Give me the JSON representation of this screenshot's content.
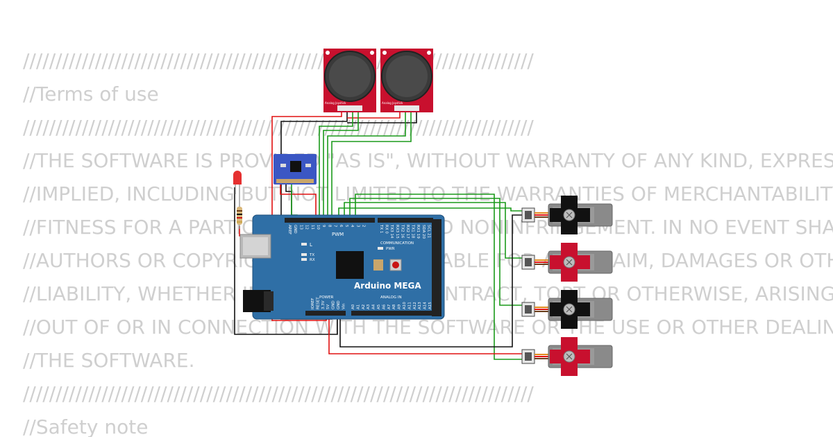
{
  "code_lines": [
    "//////////////////////////////////////////////////////////////////////////////",
    "//Terms of use",
    "//////////////////////////////////////////////////////////////////////////////",
    "//THE SOFTWARE IS PROVIDED \"AS IS\", WITHOUT WARRANTY OF ANY KIND, EXPRESS OR",
    "//IMPLIED, INCLUDING BUT NOT LIMITED TO THE WARRANTIES OF MERCHANTABILITY,",
    "//FITNESS FOR A PARTICULAR PURPOSE AND NONINFRINGEMENT. IN NO EVENT SHALL THE",
    "//AUTHORS OR COPYRIGHT HOLDERS BE LIABLE FOR ANY CLAIM, DAMAGES OR OTHER",
    "//LIABILITY, WHETHER IN AN ACTION OF CONTRACT, TORT OR OTHERWISE, ARISING FROM,",
    "//OUT OF OR IN CONNECTION WITH THE SOFTWARE OR THE USE OR OTHER DEALINGS IN",
    "//THE SOFTWARE.",
    "//////////////////////////////////////////////////////////////////////////////",
    "//Safety note"
  ],
  "board": {
    "name": "Arduino MEGA",
    "pwm_label": "PWM",
    "communication_label": "COMMUNICATION",
    "power_label": "POWER",
    "analog_label": "ANALOG IN",
    "led_labels": [
      "L",
      "TX",
      "RX"
    ],
    "pwr_label": "PWR",
    "top_pins": [
      "AREF",
      "GND",
      "13",
      "12",
      "11",
      "10",
      "9",
      "8",
      "7",
      "6",
      "5",
      "4",
      "3",
      "2"
    ],
    "comm_pins": [
      "TX 1",
      "RX 0",
      "TX3 14",
      "RX3 15",
      "TX2 16",
      "RX2 17",
      "TX1 18",
      "RX1 19",
      "SDA 20",
      "SCL 21"
    ],
    "power_pins": [
      "IOREF",
      "RESET",
      "3.3V",
      "5V",
      "GND",
      "GND",
      "Vin"
    ],
    "analog_pins": [
      "A0",
      "A1",
      "A2",
      "A3",
      "A4",
      "A5",
      "A6",
      "A7",
      "A8",
      "A9",
      "A10",
      "A11",
      "A12",
      "A13",
      "A14",
      "A15"
    ]
  },
  "joystick": {
    "label": "Analog Joystick"
  },
  "colors": {
    "board": "#2f6fa6",
    "joystick_pcb": "#c8102e",
    "wire_red": "#e01010",
    "wire_black": "#111111",
    "wire_green": "#1a9a1a",
    "servo_body": "#8a8a8a",
    "code_text": "#cfcfcf"
  }
}
